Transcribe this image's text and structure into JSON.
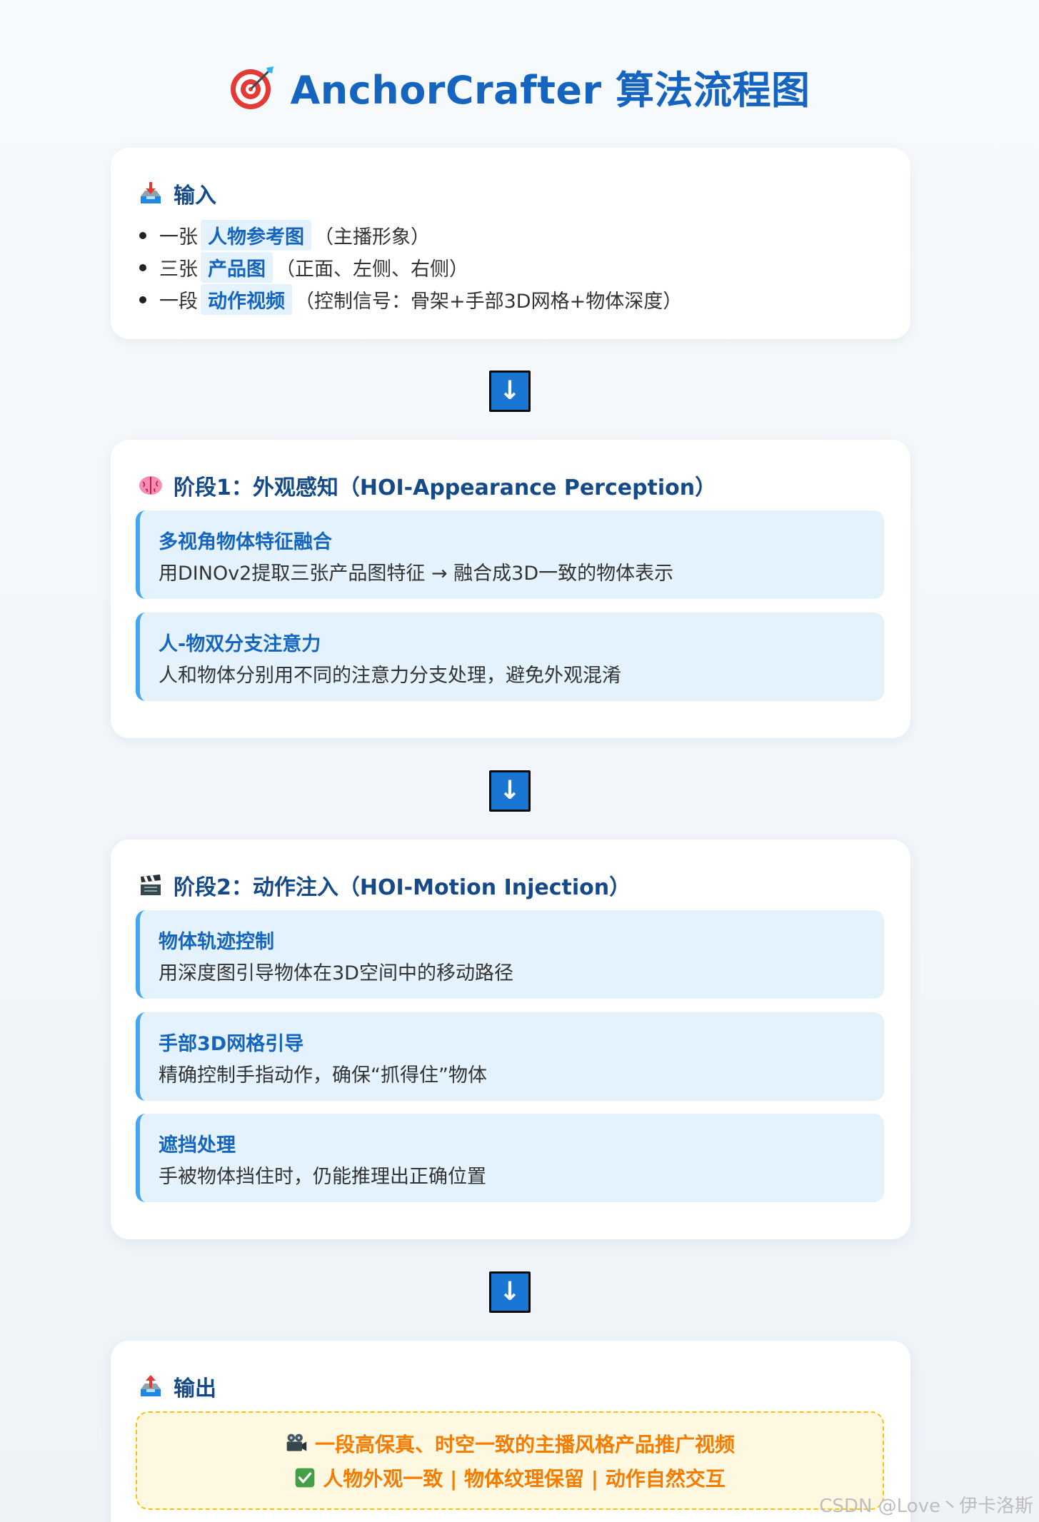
{
  "title": "AnchorCrafter 算法流程图",
  "arrow_glyph": "↓",
  "input": {
    "heading": "输入",
    "items": [
      {
        "prefix": "一张",
        "highlight": "人物参考图",
        "suffix": "（主播形象）"
      },
      {
        "prefix": "三张",
        "highlight": "产品图",
        "suffix": "（正面、左侧、右侧）"
      },
      {
        "prefix": "一段",
        "highlight": "动作视频",
        "suffix": "（控制信号：骨架+手部3D网格+物体深度）"
      }
    ]
  },
  "stage1": {
    "heading": "阶段1：外观感知（HOI-Appearance Perception）",
    "modules": [
      {
        "title": "多视角物体特征融合",
        "desc": "用DINOv2提取三张产品图特征 → 融合成3D一致的物体表示"
      },
      {
        "title": "人-物双分支注意力",
        "desc": "人和物体分别用不同的注意力分支处理，避免外观混淆"
      }
    ]
  },
  "stage2": {
    "heading": "阶段2：动作注入（HOI-Motion Injection）",
    "modules": [
      {
        "title": "物体轨迹控制",
        "desc": "用深度图引导物体在3D空间中的移动路径"
      },
      {
        "title": "手部3D网格引导",
        "desc": "精确控制手指动作，确保“抓得住”物体"
      },
      {
        "title": "遮挡处理",
        "desc": "手被物体挡住时，仍能推理出正确位置"
      }
    ]
  },
  "output": {
    "heading": "输出",
    "line1": "一段高保真、时空一致的主播风格产品推广视频",
    "line2": "人物外观一致 | 物体纹理保留 | 动作自然交互"
  },
  "watermark": "CSDN @Love丶伊卡洛斯",
  "colors": {
    "accent": "#1565c0",
    "module_bg": "#e3f2fd",
    "module_border": "#42a5f5",
    "output_text": "#f57c00",
    "output_bg": "#fff8e1"
  }
}
